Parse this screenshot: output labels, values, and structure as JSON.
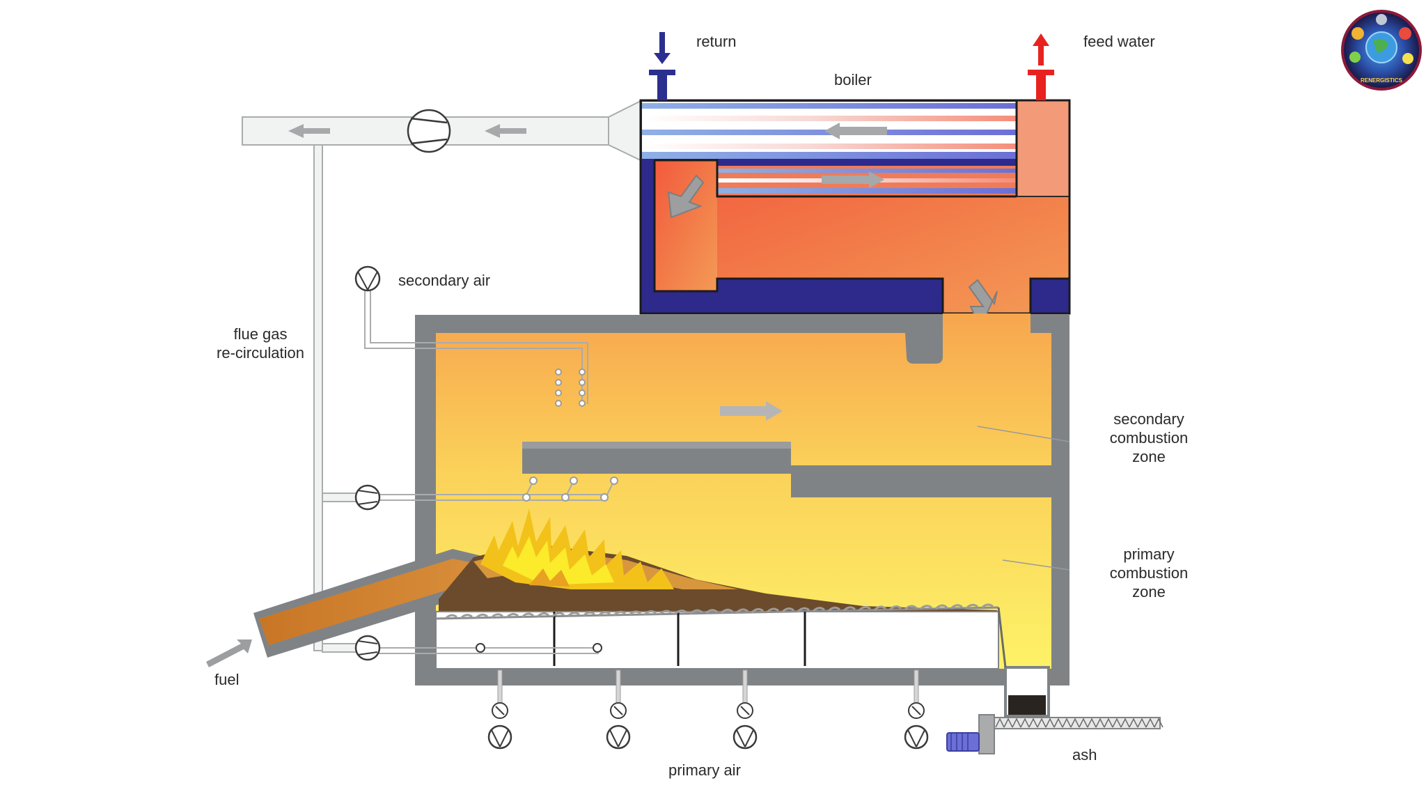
{
  "labels": {
    "return": "return",
    "feed_water": "feed water",
    "boiler": "boiler",
    "secondary_air": "secondary air",
    "flue_gas": [
      "flue gas",
      "re-circulation"
    ],
    "secondary_zone": [
      "secondary",
      "combustion",
      "zone"
    ],
    "primary_zone": [
      "primary",
      "combustion",
      "zone"
    ],
    "fuel": "fuel",
    "primary_air": "primary air",
    "ash": "ash"
  },
  "colors": {
    "return_pipe": "#2b2f8f",
    "feed_pipe": "#e8231f",
    "wall": "#808386",
    "boiler_water": "#2d2a8c",
    "hot_gas": "#ef6a3e",
    "fuel_bed": "#c8782a"
  },
  "logo": {
    "icon": "globe-logo-icon",
    "text": "RENERGISTICS"
  }
}
